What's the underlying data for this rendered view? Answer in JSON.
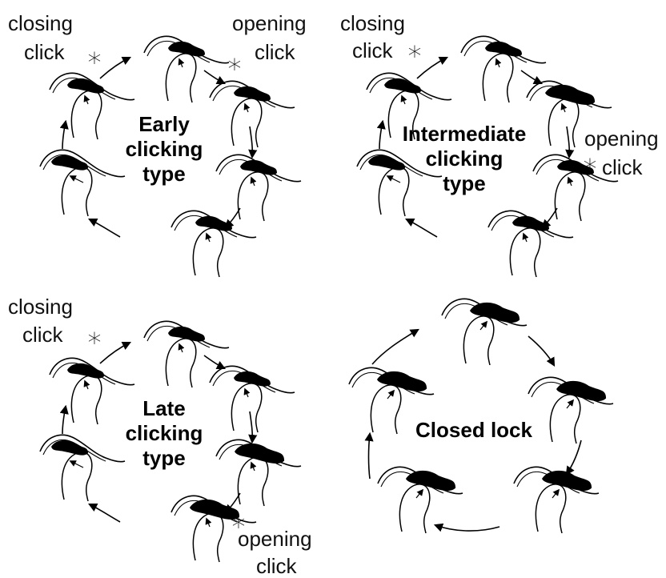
{
  "panels": [
    {
      "id": "early",
      "title_lines": [
        "Early",
        "clicking",
        "type"
      ],
      "closing_label": [
        "closing",
        "click"
      ],
      "opening_label": [
        "opening",
        "click"
      ]
    },
    {
      "id": "intermediate",
      "title_lines": [
        "Intermediate",
        "clicking",
        "type"
      ],
      "closing_label": [
        "closing",
        "click"
      ],
      "opening_label": [
        "opening",
        "click"
      ]
    },
    {
      "id": "late",
      "title_lines": [
        "Late",
        "clicking",
        "type"
      ],
      "closing_label": [
        "closing",
        "click"
      ],
      "opening_label": [
        "opening",
        "click"
      ]
    },
    {
      "id": "closed",
      "title_lines": [
        "Closed lock"
      ]
    }
  ],
  "asterisk_glyph": "∗"
}
